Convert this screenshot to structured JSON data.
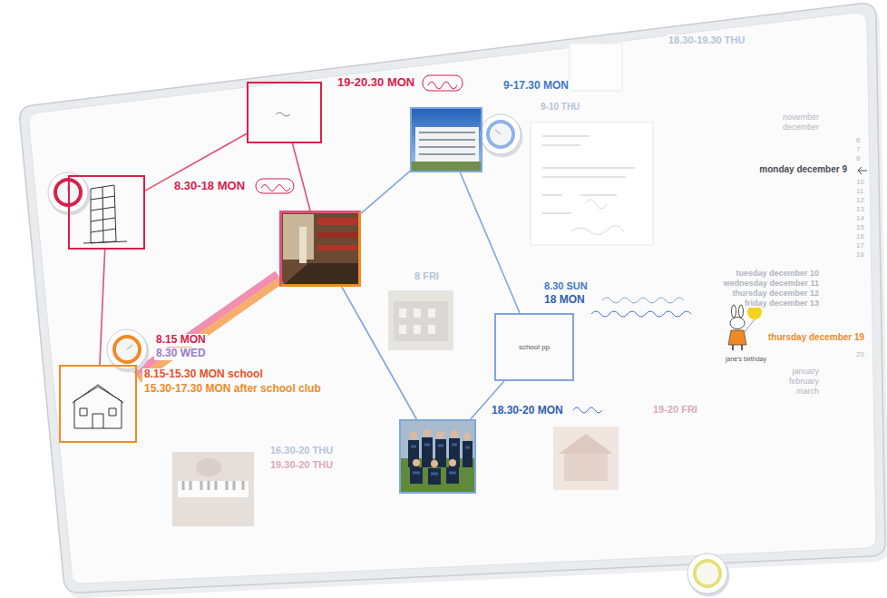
{
  "diagram": {
    "nodes": [
      {
        "text": [
          "19-20.30 MON"
        ]
      },
      {
        "text": [
          "8.30-18 MON"
        ]
      },
      {
        "text": []
      },
      {
        "text": [
          "9-17.30 MON"
        ]
      },
      {
        "text": [
          "8.15 MON",
          "8.30 WED",
          "8.15-15.30 MON school",
          "15.30-17.30 MON after school club"
        ]
      },
      {
        "text": [
          "school pp",
          "8.30 SUN",
          "18 MON"
        ]
      },
      {
        "text": [
          "18.30-20 MON"
        ]
      }
    ],
    "edges": [
      {
        "from": 0,
        "to": 1,
        "arrow": "none"
      },
      {
        "from": 0,
        "to": 2,
        "arrow": "none"
      },
      {
        "from": 1,
        "to": 4,
        "arrow": "none"
      },
      {
        "from": 4,
        "to": 2,
        "arrow": "none"
      },
      {
        "from": 4,
        "to": 2,
        "arrow": "none"
      },
      {
        "from": 2,
        "to": 3,
        "arrow": "none"
      },
      {
        "from": 2,
        "to": 6,
        "arrow": "none"
      },
      {
        "from": 3,
        "to": 5,
        "arrow": "none"
      },
      {
        "from": 5,
        "to": 6,
        "arrow": "none"
      }
    ],
    "labels": [
      "18.30-19.30 THU",
      "9-10 THU",
      "november",
      "december",
      "6",
      "7",
      "8",
      "monday december 9",
      "10",
      "11",
      "12",
      "13",
      "14",
      "15",
      "16",
      "17",
      "18",
      "tuesday december 10",
      "wednesday december 11",
      "thursday december 12",
      "friday december 13",
      "thursday december 19",
      "20",
      "jane's birthday",
      "january",
      "february",
      "march",
      "8 FRI",
      "19-20 FRI",
      "16.30-20 THU",
      "19.30-20 THU"
    ]
  }
}
